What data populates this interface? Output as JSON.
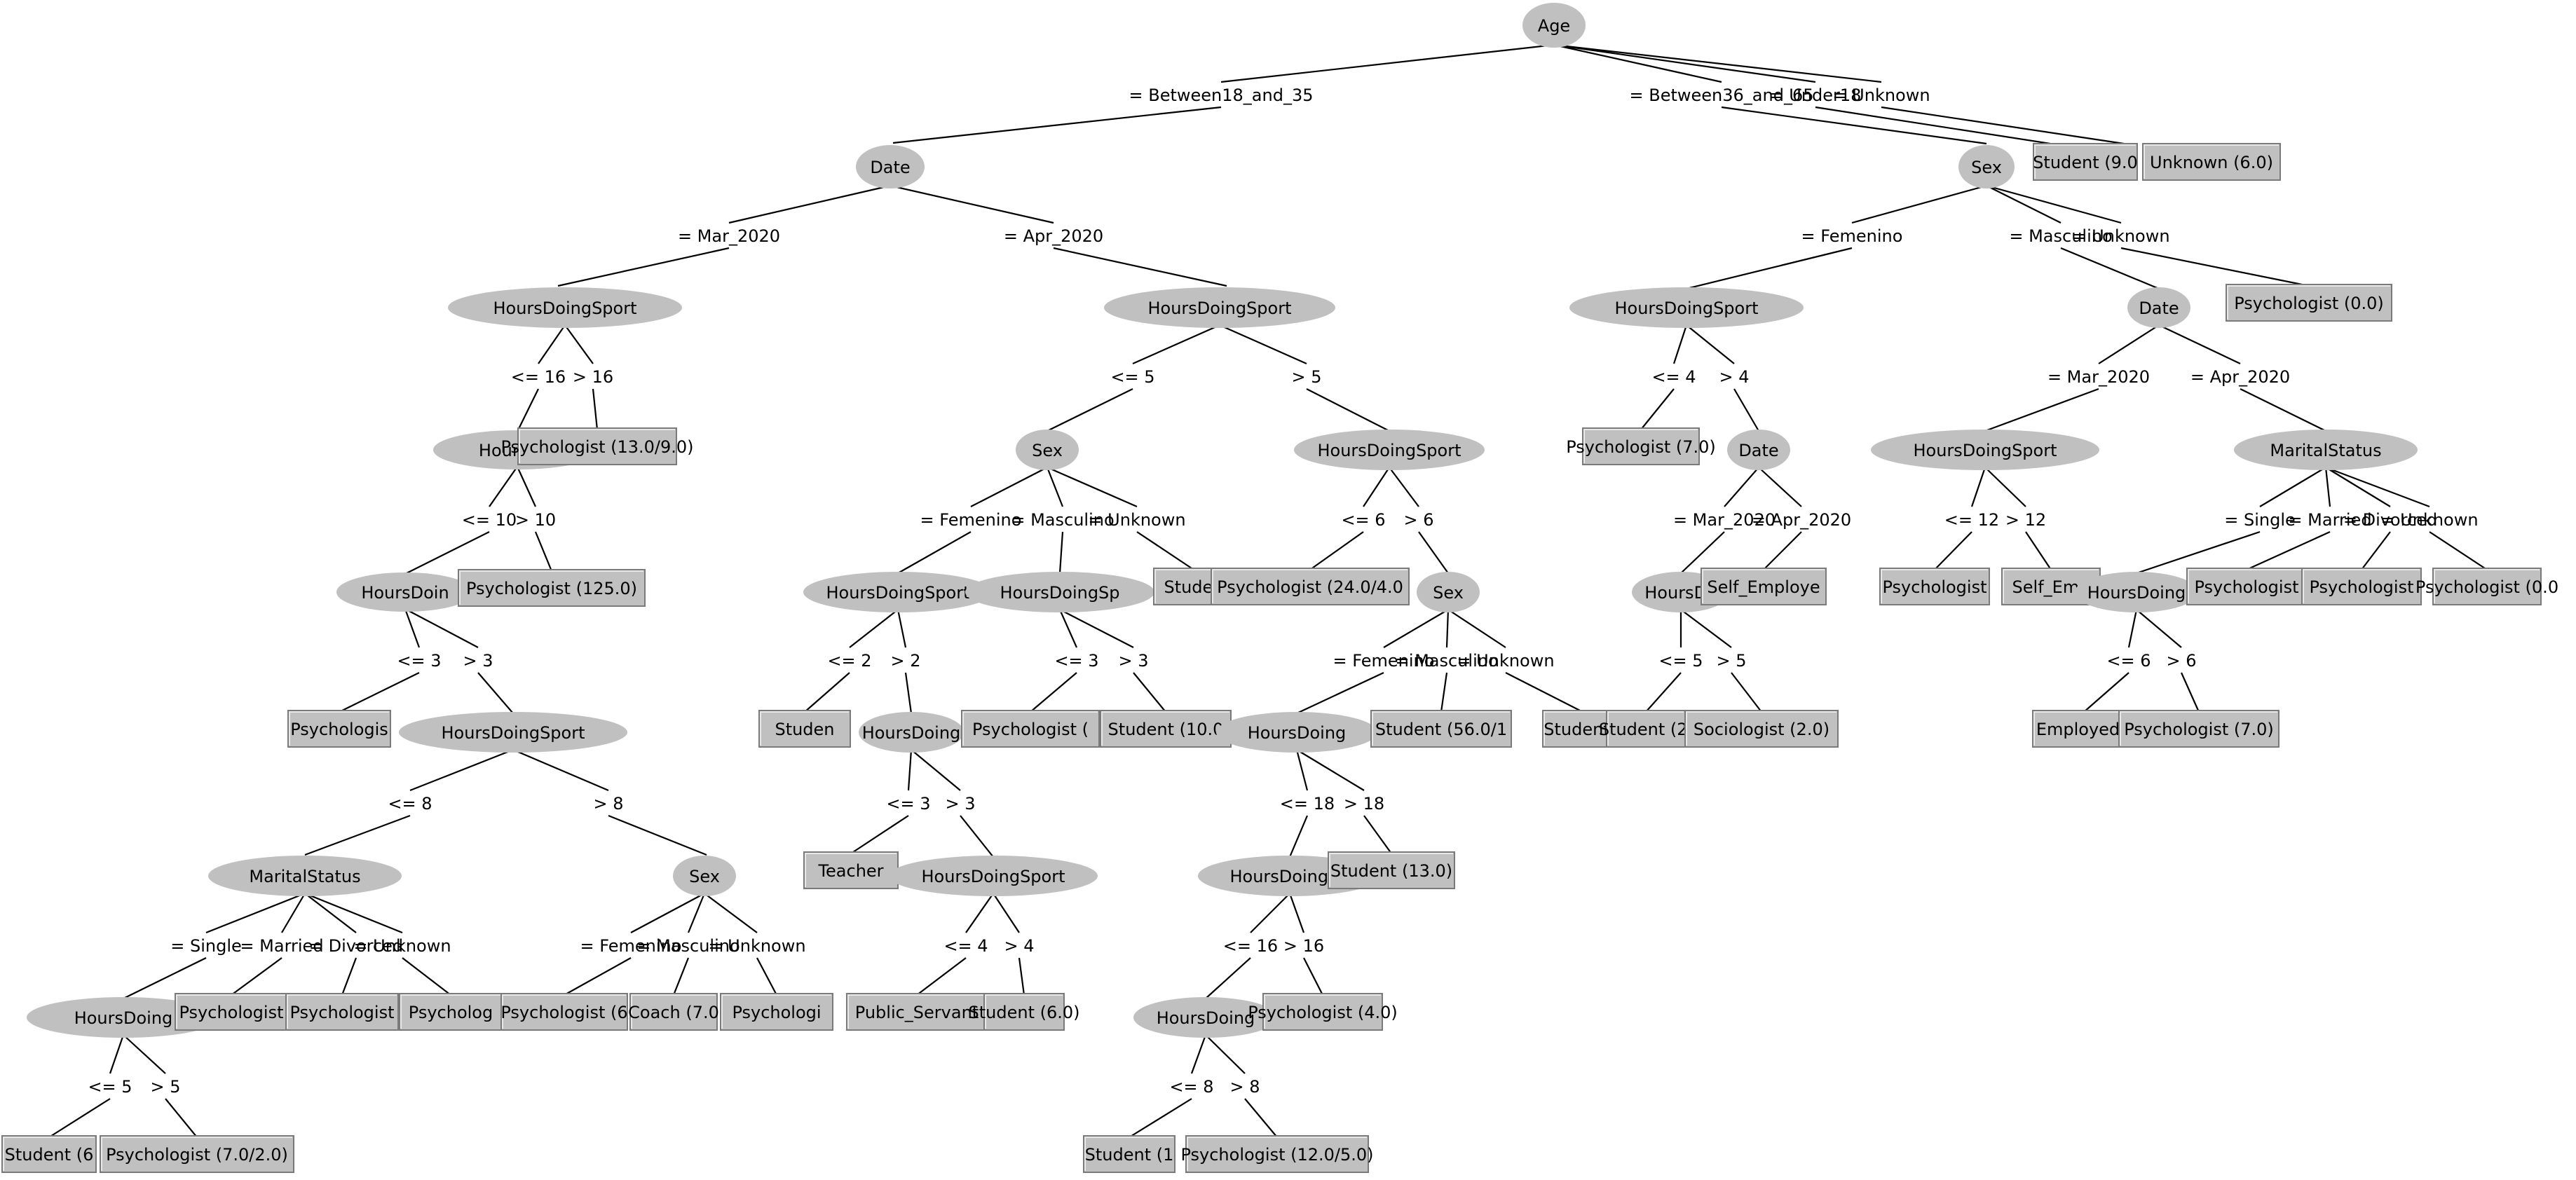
{
  "diagram": {
    "colors": {
      "node_fill": "#c0c0c0",
      "line": "#000000",
      "text": "#000000",
      "background": "#ffffff"
    },
    "nodes": [
      {
        "id": "n1",
        "kind": "split",
        "label": "Age"
      },
      {
        "id": "n2",
        "kind": "split",
        "label": "Date"
      },
      {
        "id": "n3",
        "kind": "split",
        "label": "HoursDoingSport"
      },
      {
        "id": "n4",
        "kind": "split",
        "label": "HoursDoi"
      },
      {
        "id": "n5",
        "kind": "leaf",
        "label": "Psychologist (13.0/9.0)"
      },
      {
        "id": "n6",
        "kind": "split",
        "label": "HoursDoin"
      },
      {
        "id": "n7",
        "kind": "leaf",
        "label": "Psychologist (125.0)"
      },
      {
        "id": "n8",
        "kind": "leaf",
        "label": "Psychologis"
      },
      {
        "id": "n9",
        "kind": "split",
        "label": "HoursDoingSport"
      },
      {
        "id": "n10",
        "kind": "split",
        "label": "MaritalStatus"
      },
      {
        "id": "n11",
        "kind": "split",
        "label": "HoursDoing"
      },
      {
        "id": "n12",
        "kind": "leaf",
        "label": "Student (6"
      },
      {
        "id": "n13",
        "kind": "leaf",
        "label": "Psychologist (7.0/2.0)"
      },
      {
        "id": "n14",
        "kind": "leaf",
        "label": "Psychologist"
      },
      {
        "id": "n15",
        "kind": "leaf",
        "label": "Psychologist"
      },
      {
        "id": "n16",
        "kind": "leaf",
        "label": "Psycholog"
      },
      {
        "id": "n17",
        "kind": "split",
        "label": "Sex"
      },
      {
        "id": "n18",
        "kind": "leaf",
        "label": "Psychologist (6"
      },
      {
        "id": "n19",
        "kind": "leaf",
        "label": "Coach (7.0"
      },
      {
        "id": "n20",
        "kind": "leaf",
        "label": "Psychologi"
      },
      {
        "id": "n21",
        "kind": "split",
        "label": "HoursDoingSport"
      },
      {
        "id": "n22",
        "kind": "split",
        "label": "Sex"
      },
      {
        "id": "n23",
        "kind": "split",
        "label": "HoursDoingSport"
      },
      {
        "id": "n24",
        "kind": "leaf",
        "label": "Studen"
      },
      {
        "id": "n25",
        "kind": "split",
        "label": "HoursDoing"
      },
      {
        "id": "n26",
        "kind": "leaf",
        "label": "Teacher"
      },
      {
        "id": "n27",
        "kind": "split",
        "label": "HoursDoingSport"
      },
      {
        "id": "n28",
        "kind": "leaf",
        "label": "Public_Servant"
      },
      {
        "id": "n29",
        "kind": "leaf",
        "label": "Student (6.0)"
      },
      {
        "id": "n30",
        "kind": "split",
        "label": "HoursDoingSp"
      },
      {
        "id": "n31",
        "kind": "leaf",
        "label": "Psychologist ("
      },
      {
        "id": "n32",
        "kind": "leaf",
        "label": "Student (10.0"
      },
      {
        "id": "n33",
        "kind": "leaf",
        "label": "Studen"
      },
      {
        "id": "n34",
        "kind": "split",
        "label": "HoursDoingSport"
      },
      {
        "id": "n35",
        "kind": "leaf",
        "label": "Psychologist (24.0/4.0"
      },
      {
        "id": "n36",
        "kind": "split",
        "label": "Sex"
      },
      {
        "id": "n37",
        "kind": "split",
        "label": "HoursDoing"
      },
      {
        "id": "n38",
        "kind": "split",
        "label": "HoursDoingSp"
      },
      {
        "id": "n39",
        "kind": "split",
        "label": "HoursDoing"
      },
      {
        "id": "n40",
        "kind": "leaf",
        "label": "Student (1"
      },
      {
        "id": "n41",
        "kind": "leaf",
        "label": "Psychologist (12.0/5.0)"
      },
      {
        "id": "n42",
        "kind": "leaf",
        "label": "Psychologist (4.0)"
      },
      {
        "id": "n43",
        "kind": "leaf",
        "label": "Student (13.0)"
      },
      {
        "id": "n44",
        "kind": "leaf",
        "label": "Student (56.0/1"
      },
      {
        "id": "n45",
        "kind": "leaf",
        "label": "Student ("
      },
      {
        "id": "n46",
        "kind": "split",
        "label": "Sex"
      },
      {
        "id": "n47",
        "kind": "split",
        "label": "HoursDoingSport"
      },
      {
        "id": "n48",
        "kind": "leaf",
        "label": "Psychologist (7.0)"
      },
      {
        "id": "n49",
        "kind": "split",
        "label": "Date"
      },
      {
        "id": "n50",
        "kind": "split",
        "label": "HoursDo"
      },
      {
        "id": "n51",
        "kind": "leaf",
        "label": "Student (2."
      },
      {
        "id": "n52",
        "kind": "leaf",
        "label": "Sociologist (2.0)"
      },
      {
        "id": "n53",
        "kind": "leaf",
        "label": "Self_Employe"
      },
      {
        "id": "n54",
        "kind": "split",
        "label": "Date"
      },
      {
        "id": "n55",
        "kind": "split",
        "label": "HoursDoingSport"
      },
      {
        "id": "n56",
        "kind": "leaf",
        "label": "Psychologist"
      },
      {
        "id": "n57",
        "kind": "leaf",
        "label": "Self_Emp"
      },
      {
        "id": "n58",
        "kind": "split",
        "label": "MaritalStatus"
      },
      {
        "id": "n59",
        "kind": "split",
        "label": "HoursDoing"
      },
      {
        "id": "n60",
        "kind": "leaf",
        "label": "Employed ("
      },
      {
        "id": "n61",
        "kind": "leaf",
        "label": "Psychologist (7.0)"
      },
      {
        "id": "n62",
        "kind": "leaf",
        "label": "Psychologist"
      },
      {
        "id": "n63",
        "kind": "leaf",
        "label": "Psychologist"
      },
      {
        "id": "n64",
        "kind": "leaf",
        "label": "Psychologist (0.0"
      },
      {
        "id": "n65",
        "kind": "leaf",
        "label": "Psychologist (0.0)"
      },
      {
        "id": "n66",
        "kind": "leaf",
        "label": "Student (9.0"
      },
      {
        "id": "n67",
        "kind": "leaf",
        "label": "Unknown (6.0)"
      }
    ],
    "edges": [
      {
        "id": "e1",
        "from": "n1",
        "to": "n2",
        "label": "= Between18_and_35"
      },
      {
        "id": "e2",
        "from": "n1",
        "to": "n46",
        "label": "= Between36_and_65"
      },
      {
        "id": "e3",
        "from": "n1",
        "to": "n66",
        "label": "= Under18"
      },
      {
        "id": "e4",
        "from": "n1",
        "to": "n67",
        "label": "= Unknown"
      },
      {
        "id": "e5",
        "from": "n2",
        "to": "n3",
        "label": "= Mar_2020"
      },
      {
        "id": "e6",
        "from": "n2",
        "to": "n21",
        "label": "= Apr_2020"
      },
      {
        "id": "e7",
        "from": "n3",
        "to": "n4",
        "label": "<= 16"
      },
      {
        "id": "e8",
        "from": "n3",
        "to": "n5",
        "label": "> 16"
      },
      {
        "id": "e9",
        "from": "n4",
        "to": "n6",
        "label": "<= 10"
      },
      {
        "id": "e10",
        "from": "n4",
        "to": "n7",
        "label": "> 10"
      },
      {
        "id": "e11",
        "from": "n6",
        "to": "n8",
        "label": "<= 3"
      },
      {
        "id": "e12",
        "from": "n6",
        "to": "n9",
        "label": "> 3"
      },
      {
        "id": "e13",
        "from": "n9",
        "to": "n10",
        "label": "<= 8"
      },
      {
        "id": "e14",
        "from": "n9",
        "to": "n17",
        "label": "> 8"
      },
      {
        "id": "e15",
        "from": "n10",
        "to": "n11",
        "label": "= Single"
      },
      {
        "id": "e16",
        "from": "n10",
        "to": "n14",
        "label": "= Married"
      },
      {
        "id": "e17",
        "from": "n10",
        "to": "n15",
        "label": "= Divorced"
      },
      {
        "id": "e18",
        "from": "n10",
        "to": "n16",
        "label": "= Unknown"
      },
      {
        "id": "e19",
        "from": "n11",
        "to": "n12",
        "label": "<= 5"
      },
      {
        "id": "e20",
        "from": "n11",
        "to": "n13",
        "label": "> 5"
      },
      {
        "id": "e21",
        "from": "n17",
        "to": "n18",
        "label": "= Femenino"
      },
      {
        "id": "e22",
        "from": "n17",
        "to": "n19",
        "label": "= Masculino"
      },
      {
        "id": "e23",
        "from": "n17",
        "to": "n20",
        "label": "= Unknown"
      },
      {
        "id": "e24",
        "from": "n21",
        "to": "n22",
        "label": "<= 5"
      },
      {
        "id": "e25",
        "from": "n21",
        "to": "n34",
        "label": "> 5"
      },
      {
        "id": "e26",
        "from": "n22",
        "to": "n23",
        "label": "= Femenino"
      },
      {
        "id": "e27",
        "from": "n22",
        "to": "n30",
        "label": "= Masculino"
      },
      {
        "id": "e28",
        "from": "n22",
        "to": "n33",
        "label": "= Unknown"
      },
      {
        "id": "e29",
        "from": "n23",
        "to": "n24",
        "label": "<= 2"
      },
      {
        "id": "e30",
        "from": "n23",
        "to": "n25",
        "label": "> 2"
      },
      {
        "id": "e31",
        "from": "n25",
        "to": "n26",
        "label": "<= 3"
      },
      {
        "id": "e32",
        "from": "n25",
        "to": "n27",
        "label": "> 3"
      },
      {
        "id": "e33",
        "from": "n27",
        "to": "n28",
        "label": "<= 4"
      },
      {
        "id": "e34",
        "from": "n27",
        "to": "n29",
        "label": "> 4"
      },
      {
        "id": "e35",
        "from": "n30",
        "to": "n31",
        "label": "<= 3"
      },
      {
        "id": "e36",
        "from": "n30",
        "to": "n32",
        "label": "> 3"
      },
      {
        "id": "e37",
        "from": "n34",
        "to": "n35",
        "label": "<= 6"
      },
      {
        "id": "e38",
        "from": "n34",
        "to": "n36",
        "label": "> 6"
      },
      {
        "id": "e39",
        "from": "n36",
        "to": "n37",
        "label": "= Femenino"
      },
      {
        "id": "e40",
        "from": "n36",
        "to": "n44",
        "label": "= Masculino"
      },
      {
        "id": "e41",
        "from": "n36",
        "to": "n45",
        "label": "= Unknown"
      },
      {
        "id": "e42",
        "from": "n37",
        "to": "n38",
        "label": "<= 18"
      },
      {
        "id": "e43",
        "from": "n37",
        "to": "n43",
        "label": "> 18"
      },
      {
        "id": "e44",
        "from": "n38",
        "to": "n39",
        "label": "<= 16"
      },
      {
        "id": "e45",
        "from": "n38",
        "to": "n42",
        "label": "> 16"
      },
      {
        "id": "e46",
        "from": "n39",
        "to": "n40",
        "label": "<= 8"
      },
      {
        "id": "e47",
        "from": "n39",
        "to": "n41",
        "label": "> 8"
      },
      {
        "id": "e48",
        "from": "n46",
        "to": "n47",
        "label": "= Femenino"
      },
      {
        "id": "e49",
        "from": "n46",
        "to": "n54",
        "label": "= Masculino"
      },
      {
        "id": "e50",
        "from": "n46",
        "to": "n65",
        "label": "= Unknown"
      },
      {
        "id": "e51",
        "from": "n47",
        "to": "n48",
        "label": "<= 4"
      },
      {
        "id": "e52",
        "from": "n47",
        "to": "n49",
        "label": "> 4"
      },
      {
        "id": "e53",
        "from": "n49",
        "to": "n50",
        "label": "= Mar_2020"
      },
      {
        "id": "e54",
        "from": "n49",
        "to": "n53",
        "label": "= Apr_2020"
      },
      {
        "id": "e55",
        "from": "n50",
        "to": "n51",
        "label": "<= 5"
      },
      {
        "id": "e56",
        "from": "n50",
        "to": "n52",
        "label": "> 5"
      },
      {
        "id": "e57",
        "from": "n54",
        "to": "n55",
        "label": "= Mar_2020"
      },
      {
        "id": "e58",
        "from": "n54",
        "to": "n58",
        "label": "= Apr_2020"
      },
      {
        "id": "e59",
        "from": "n55",
        "to": "n56",
        "label": "<= 12"
      },
      {
        "id": "e60",
        "from": "n55",
        "to": "n57",
        "label": "> 12"
      },
      {
        "id": "e61",
        "from": "n58",
        "to": "n59",
        "label": "= Single"
      },
      {
        "id": "e62",
        "from": "n58",
        "to": "n62",
        "label": "= Married"
      },
      {
        "id": "e63",
        "from": "n58",
        "to": "n63",
        "label": "= Divorced"
      },
      {
        "id": "e64",
        "from": "n58",
        "to": "n64",
        "label": "= Unknown"
      },
      {
        "id": "e65",
        "from": "n59",
        "to": "n60",
        "label": "<= 6"
      },
      {
        "id": "e66",
        "from": "n59",
        "to": "n61",
        "label": "> 6"
      }
    ]
  }
}
